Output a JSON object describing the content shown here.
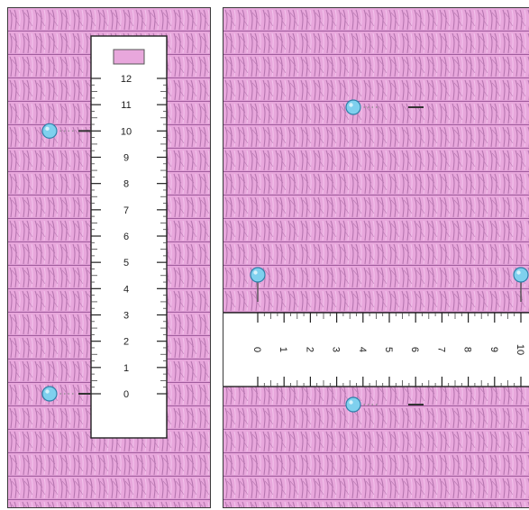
{
  "colors": {
    "fabric": "#e8a7dc",
    "stitch": "#b676b0",
    "stitch_light": "#f2c6ec",
    "row_line": "#a15c9e",
    "ruler": "#ffffff",
    "ruler_border": "#222222",
    "pin_head": "#7fd0ee",
    "pin_stroke": "#2f7fa8",
    "marker": "#333333"
  },
  "vertical_ruler": {
    "labels": [
      "12",
      "11",
      "10",
      "9",
      "8",
      "7",
      "6",
      "5",
      "4",
      "3",
      "2",
      "1",
      "0"
    ],
    "values": [
      12,
      11,
      10,
      9,
      8,
      7,
      6,
      5,
      4,
      3,
      2,
      1,
      0
    ],
    "badge_color": "#e8a7dc",
    "pins_at": [
      10,
      0
    ]
  },
  "horizontal_ruler": {
    "labels": [
      "0",
      "1",
      "2",
      "3",
      "4",
      "5",
      "6",
      "7",
      "8",
      "9",
      "10"
    ],
    "values": [
      0,
      1,
      2,
      3,
      4,
      5,
      6,
      7,
      8,
      9,
      10
    ],
    "pins_at": [
      0,
      10
    ]
  },
  "icons": {
    "pin": "pin-icon",
    "row_marker": "row-marker-icon"
  }
}
